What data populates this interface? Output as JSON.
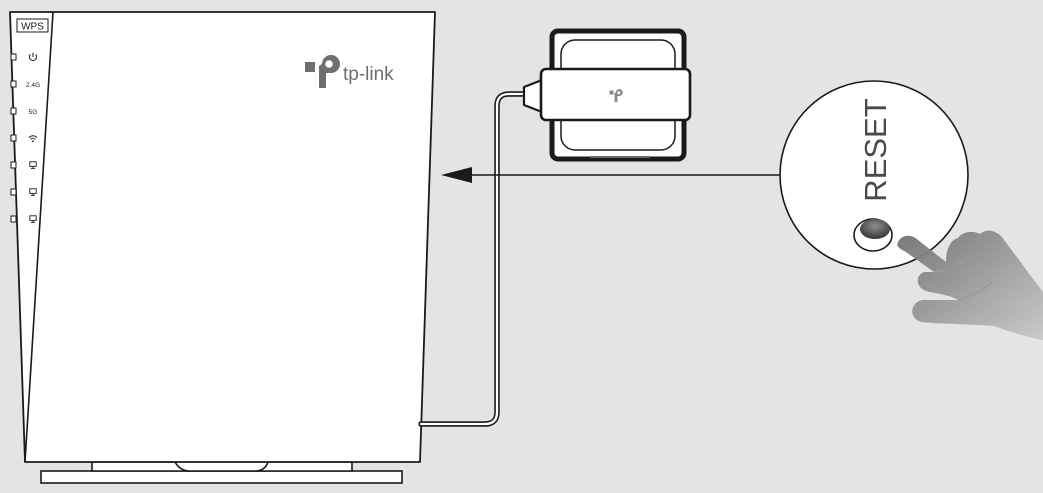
{
  "colors": {
    "background": "#e4e4e4",
    "outline": "#1a1a1a",
    "device_fill": "#ffffff",
    "reset_button": "#6d6d6d",
    "hand": "#8a8a8a"
  },
  "router": {
    "wps_label": "WPS",
    "brand": "tp-link",
    "leds": [
      {
        "icon": "power-icon",
        "label": ""
      },
      {
        "icon": "",
        "label": "2.4G"
      },
      {
        "icon": "",
        "label": "5G"
      },
      {
        "icon": "wifi-icon",
        "label": ""
      },
      {
        "icon": "ethernet-port-icon",
        "label": ""
      },
      {
        "icon": "ethernet-port-icon",
        "label": ""
      },
      {
        "icon": "ethernet-port-icon",
        "label": ""
      }
    ]
  },
  "power_adapter": {
    "icon": "tp-link-logo-icon"
  },
  "callout": {
    "label": "RESET"
  }
}
